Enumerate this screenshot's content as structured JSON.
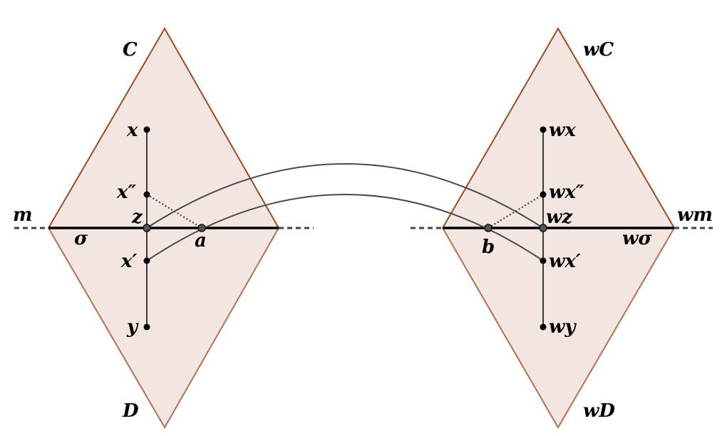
{
  "colors": {
    "region_fill": "#f3e6e1",
    "upper_edge": "#a04a1e",
    "lower_edge": "#b7704e",
    "segment": "#3a3a3a",
    "wall": "#000000",
    "dashed": "#444444",
    "arc": "#4a4a4a",
    "point": "#000000",
    "grey_point": "#555555"
  },
  "left": {
    "chamber_top": "C",
    "chamber_bottom": "D",
    "wall": "m",
    "face": "σ",
    "points": {
      "x": "x",
      "x2": "x″",
      "z": "z",
      "x1": "x′",
      "y": "y",
      "a": "a"
    }
  },
  "right": {
    "chamber_top": "wC",
    "chamber_bottom": "wD",
    "wall": "wm",
    "face": "wσ",
    "points": {
      "x": "wx",
      "x2": "wx″",
      "z": "wz",
      "x1": "wx′",
      "y": "wy",
      "b": "b"
    }
  }
}
